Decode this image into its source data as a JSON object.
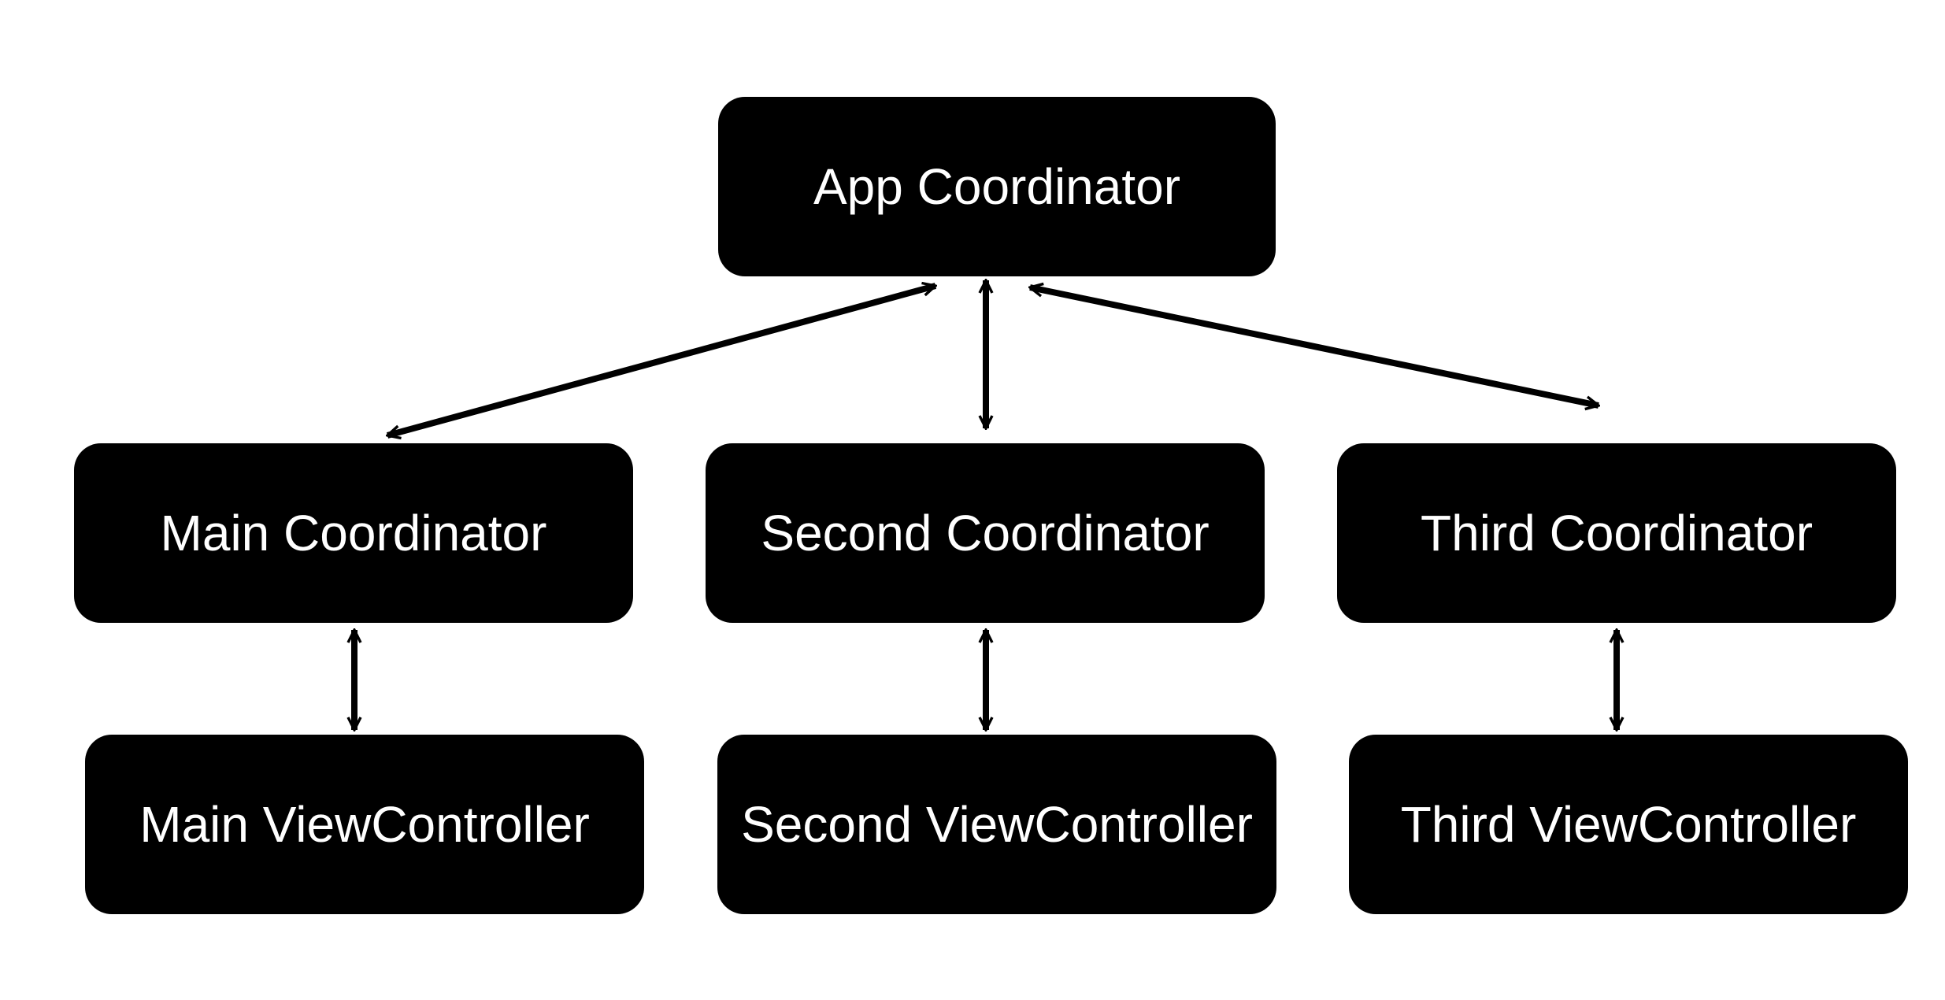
{
  "nodes": {
    "app": {
      "label": "App Coordinator"
    },
    "main_coordinator": {
      "label": "Main Coordinator"
    },
    "second_coordinator": {
      "label": "Second Coordinator"
    },
    "third_coordinator": {
      "label": "Third Coordinator"
    },
    "main_view_controller": {
      "label": "Main ViewController"
    },
    "second_view_controller": {
      "label": "Second ViewController"
    },
    "third_view_controller": {
      "label": "Third ViewController"
    }
  },
  "edges": [
    {
      "from": "app",
      "to": "main_coordinator",
      "direction": "bidirectional"
    },
    {
      "from": "app",
      "to": "second_coordinator",
      "direction": "bidirectional"
    },
    {
      "from": "app",
      "to": "third_coordinator",
      "direction": "bidirectional"
    },
    {
      "from": "main_coordinator",
      "to": "main_view_controller",
      "direction": "bidirectional"
    },
    {
      "from": "second_coordinator",
      "to": "second_view_controller",
      "direction": "bidirectional"
    },
    {
      "from": "third_coordinator",
      "to": "third_view_controller",
      "direction": "bidirectional"
    }
  ],
  "colors": {
    "node_fill": "#000000",
    "node_text": "#ffffff",
    "edge": "#000000",
    "background": "#ffffff"
  }
}
